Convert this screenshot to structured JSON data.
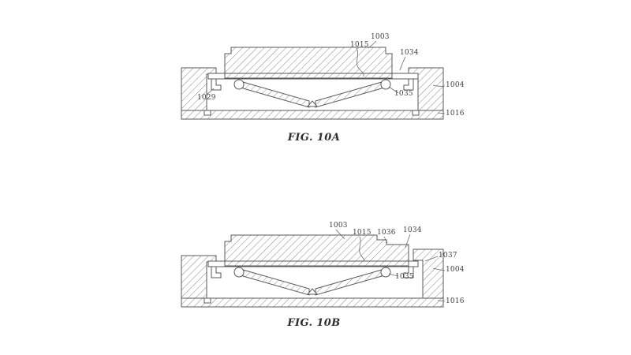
{
  "figures": {
    "fig10a": {
      "caption": "FIG. 10A",
      "labels": {
        "l1003": "1003",
        "l1015": "1015",
        "l1034": "1034",
        "l1004": "1004",
        "l1035": "1035",
        "l1029": "1029",
        "l1016": "1016"
      }
    },
    "fig10b": {
      "caption": "FIG. 10B",
      "labels": {
        "l1003": "1003",
        "l1015": "1015",
        "l1036": "1036",
        "l1034": "1034",
        "l1037": "1037",
        "l1004": "1004",
        "l1035": "1035",
        "l1016": "1016"
      }
    }
  },
  "drawing": {
    "line_color": "#5a5a5a",
    "hatch_color": "#7d7d7d",
    "ink_color": "#3f3f3f",
    "background": "#ffffff"
  }
}
